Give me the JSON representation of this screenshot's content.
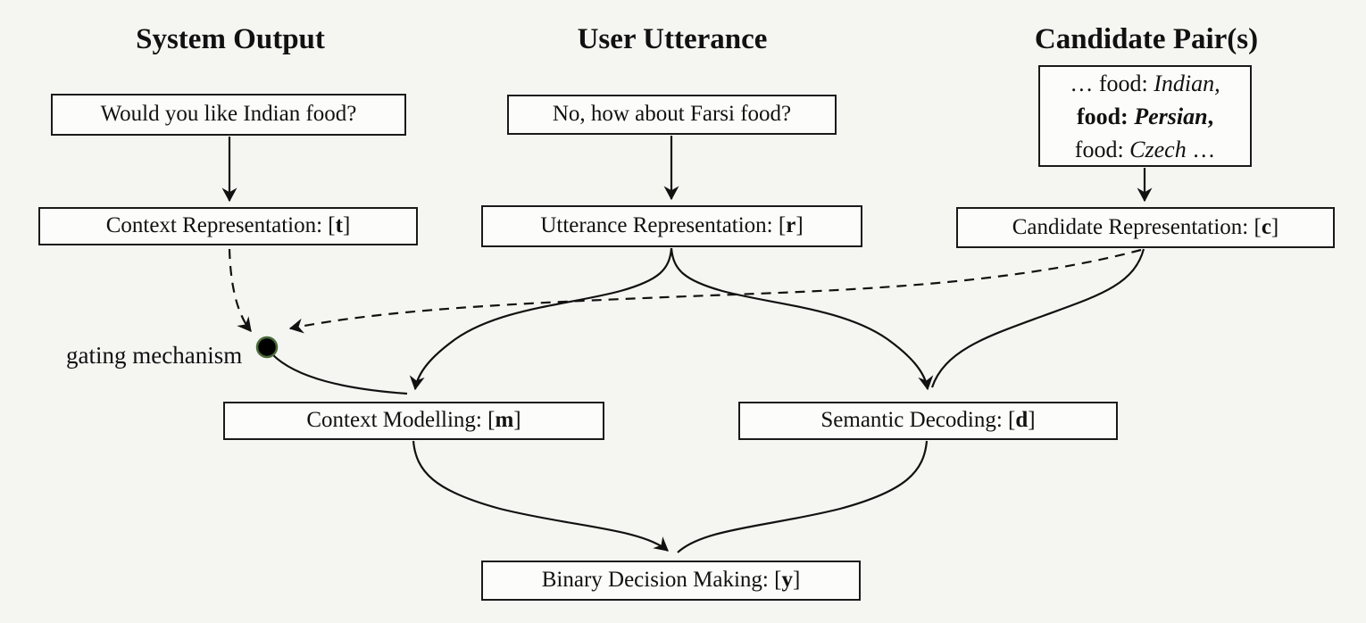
{
  "figure": {
    "columns": {
      "left_title": "System Output",
      "mid_title": "User Utterance",
      "right_title": "Candidate Pair(s)"
    },
    "system_output_text": "Would you like Indian food?",
    "user_utterance_text": "No, how about Farsi food?",
    "candidate_pairs": {
      "line1_prefix": "… food: ",
      "line1_value": "Indian,",
      "line2_prefix": "food: ",
      "line2_value": "Persian",
      "line2_suffix": ",",
      "line3_prefix": "food: ",
      "line3_value": "Czech",
      "line3_suffix": " …"
    },
    "context_representation": {
      "prefix": "Context Representation: [",
      "symbol": "t",
      "suffix": "]"
    },
    "utterance_representation": {
      "prefix": "Utterance Representation: [",
      "symbol": "r",
      "suffix": "]"
    },
    "candidate_representation": {
      "prefix": "Candidate Representation: [",
      "symbol": "c",
      "suffix": "]"
    },
    "gating_label": "gating mechanism",
    "context_modelling": {
      "prefix": "Context Modelling: [",
      "symbol": "m",
      "suffix": "]"
    },
    "semantic_decoding": {
      "prefix": "Semantic Decoding: [",
      "symbol": "d",
      "suffix": "]"
    },
    "binary_decision": {
      "prefix": "Binary Decision Making: [",
      "symbol": "y",
      "suffix": "]"
    },
    "colors": {
      "ink": "#111111",
      "background": "#f5f5f2",
      "box_fill": "#fcfcfa",
      "gate_dot_fill": "#000000",
      "gate_dot_ring": "#4a6b3a"
    }
  }
}
